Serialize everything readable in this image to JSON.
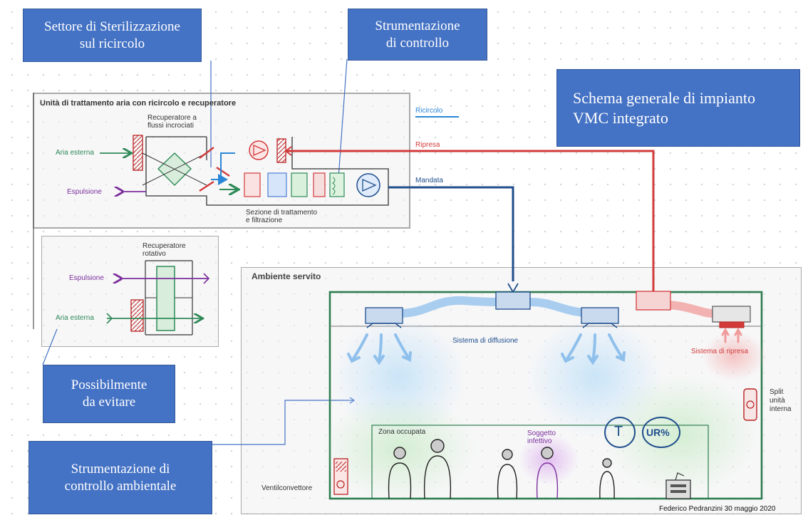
{
  "callouts": {
    "sterilization": "Settore di Sterilizzazione\nsul ricircolo",
    "instruments": "Strumentazione\ndi controllo",
    "scheme": "Schema generale di impianto\nVMC integrato",
    "avoid": "Possibilmente\nda evitare",
    "ambient": "Strumentazione di\ncontrollo  ambientale"
  },
  "ahu": {
    "title": "Unità di trattamento aria con ricircolo e recuperatore",
    "recuperator": "Recuperatore a\nflussi incrociati",
    "outside_air": "Aria esterna",
    "expulsion": "Espulsione",
    "treatment_section": "Sezione di trattamento\ne filtrazione"
  },
  "legend": {
    "recirculation": "Ricircolo",
    "return": "Ripresa",
    "supply": "Mandata"
  },
  "rotary": {
    "title": "Recuperatore\nrotativo",
    "expulsion": "Espulsione",
    "outside_air": "Aria esterna"
  },
  "ambient": {
    "title": "Ambiente servito",
    "diffusion": "Sistema di diffusione",
    "extraction": "Sistema di ripresa",
    "split": "Split\nunità\ninterna",
    "occupied_zone": "Zona occupata",
    "infective": "Soggetto\ninfettivo",
    "temperature": "T",
    "humidity": "UR%",
    "fan_coil": "Ventilconvettore",
    "credit": "Federico Pedranzini 30 maggio 2020"
  },
  "colors": {
    "callout": "#4472c4",
    "supply": "#1f4e8c",
    "return": "#d33a3a",
    "outside_air": "#2f8a57",
    "expulsion": "#7b2f9b",
    "recirculation": "#2a86d6",
    "ambient_border": "#2e7d4f"
  }
}
